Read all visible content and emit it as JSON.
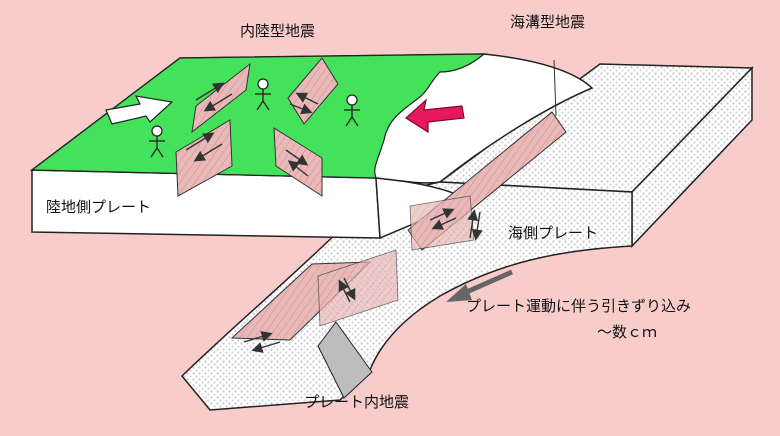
{
  "labels": {
    "inland_quake": "内陸型地震",
    "trench_quake": "海溝型地震",
    "continental_plate": "陸地側プレート",
    "oceanic_plate": "海側プレート",
    "drag_in": "プレート運動に伴う引きずり込み",
    "drag_amount": "～数ｃｍ",
    "intraslab_quake": "プレート内地震"
  },
  "colors": {
    "background": "#f9cccc",
    "land_surface": "#44e25a",
    "plate_body": "#ffffff",
    "oceanic_texture": "#d8d8d8",
    "fault_plane": "#e9b8b8",
    "compression_arrow": "#e8185e",
    "motion_arrow": "#666666"
  },
  "icons": [
    "person-icon",
    "compression-arrow-icon",
    "plate-motion-arrow-icon",
    "slip-arrows-icon"
  ]
}
